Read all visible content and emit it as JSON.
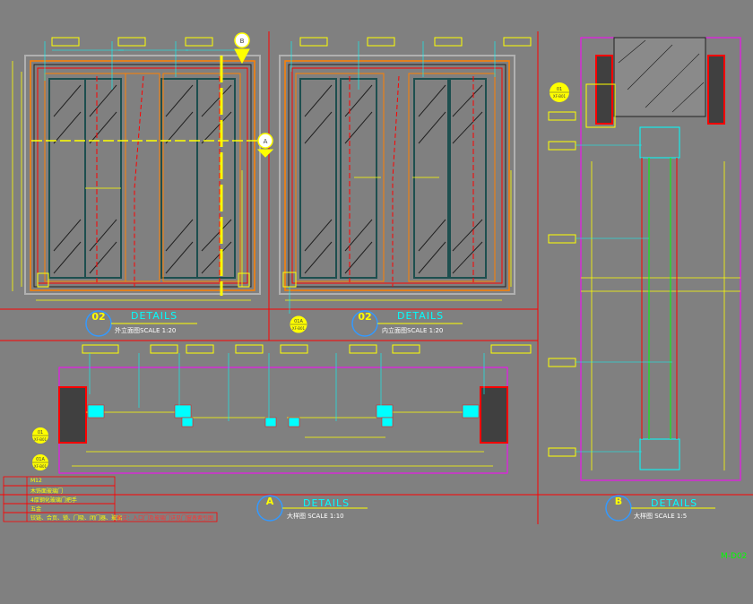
{
  "colors": {
    "background": "#808080",
    "frame_red": "#ff0000",
    "dimension_yellow": "#ffff00",
    "text_cyan": "#00ffff",
    "leader_green": "#00ff00",
    "wall_dark": "#404040",
    "glass_teal": "#2f7f7f",
    "frame_orange": "#ff8000",
    "magenta": "#ff00ff"
  },
  "views": [
    {
      "id": "exterior-elevation",
      "number": "02",
      "heading": "DETAILS",
      "caption": "外立面图SCALE 1:20"
    },
    {
      "id": "interior-elevation",
      "number": "02",
      "heading": "DETAILS",
      "caption": "内立面图SCALE 1:20"
    },
    {
      "id": "plan-detail",
      "number": "A",
      "heading": "DETAILS",
      "caption": "大样图   SCALE  1:10"
    },
    {
      "id": "section-detail",
      "number": "B",
      "heading": "DETAILS",
      "caption": "大样图   SCALE  1:5"
    }
  ],
  "section_markers": [
    {
      "top": "B",
      "bottom": ""
    },
    {
      "top": "A",
      "bottom": ""
    }
  ],
  "detail_refs": [
    {
      "top": "01",
      "bottom": "XF-B01"
    },
    {
      "top": "01A",
      "bottom": "XF-B01"
    },
    {
      "top": "01",
      "bottom": "XF-B01"
    },
    {
      "top": "01A",
      "bottom": "XF-B01"
    }
  ],
  "legend": {
    "rows": [
      {
        "code": "",
        "text": "M12"
      },
      {
        "code": "",
        "text": "木饰面玻璃门"
      },
      {
        "code": "",
        "text": "4厚钢化玻璃门把手"
      },
      {
        "code": "",
        "text": "五金"
      },
      {
        "code": "",
        "text": "铰链、合页、锁、门吸、闭门器、玻璃"
      }
    ],
    "note": "备注：入口门及玻璃门详见门窗表索引图"
  },
  "sheet_number": "M-D02"
}
